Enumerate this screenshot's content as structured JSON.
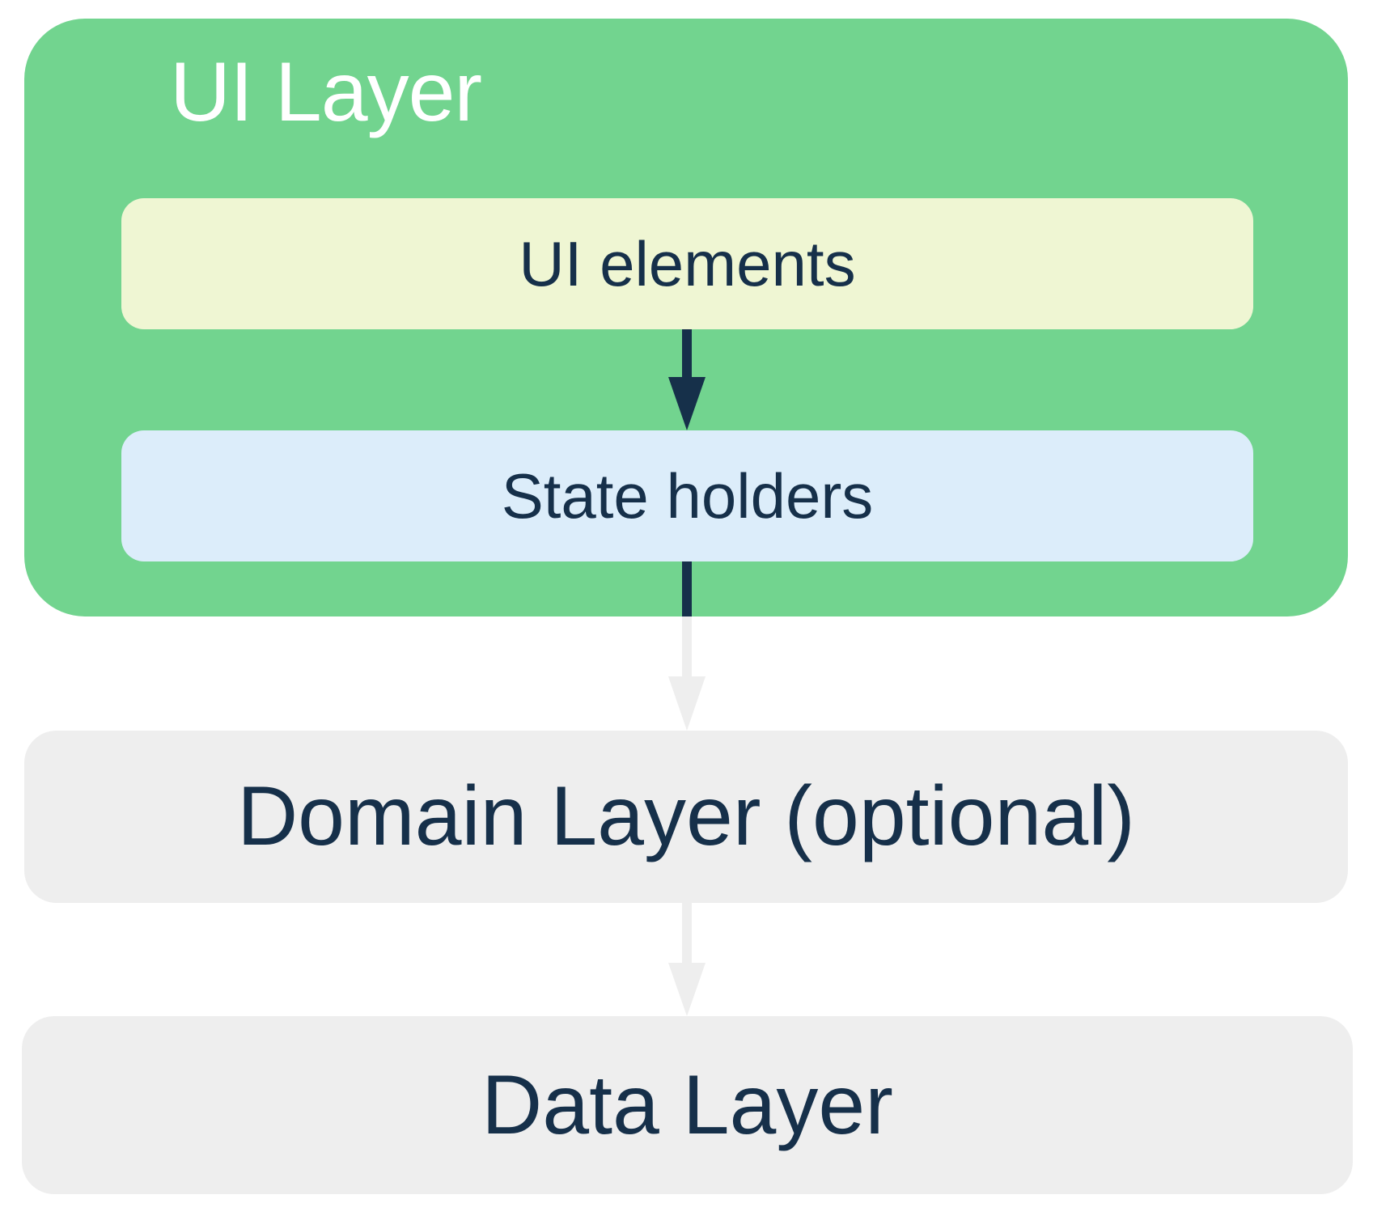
{
  "colors": {
    "ui_layer_bg": "#72d48f",
    "ui_layer_title": "#ffffff",
    "ui_elements_bg": "#eff6d3",
    "state_holders_bg": "#dcedfa",
    "lower_layer_bg": "#eeeeee",
    "text": "#16304a",
    "arrow_dark": "#16304a",
    "arrow_light": "#eeeeee"
  },
  "ui_layer": {
    "title": "UI Layer",
    "ui_elements": "UI elements",
    "state_holders": "State holders"
  },
  "domain_layer": {
    "label": "Domain Layer (optional)"
  },
  "data_layer": {
    "label": "Data Layer"
  }
}
